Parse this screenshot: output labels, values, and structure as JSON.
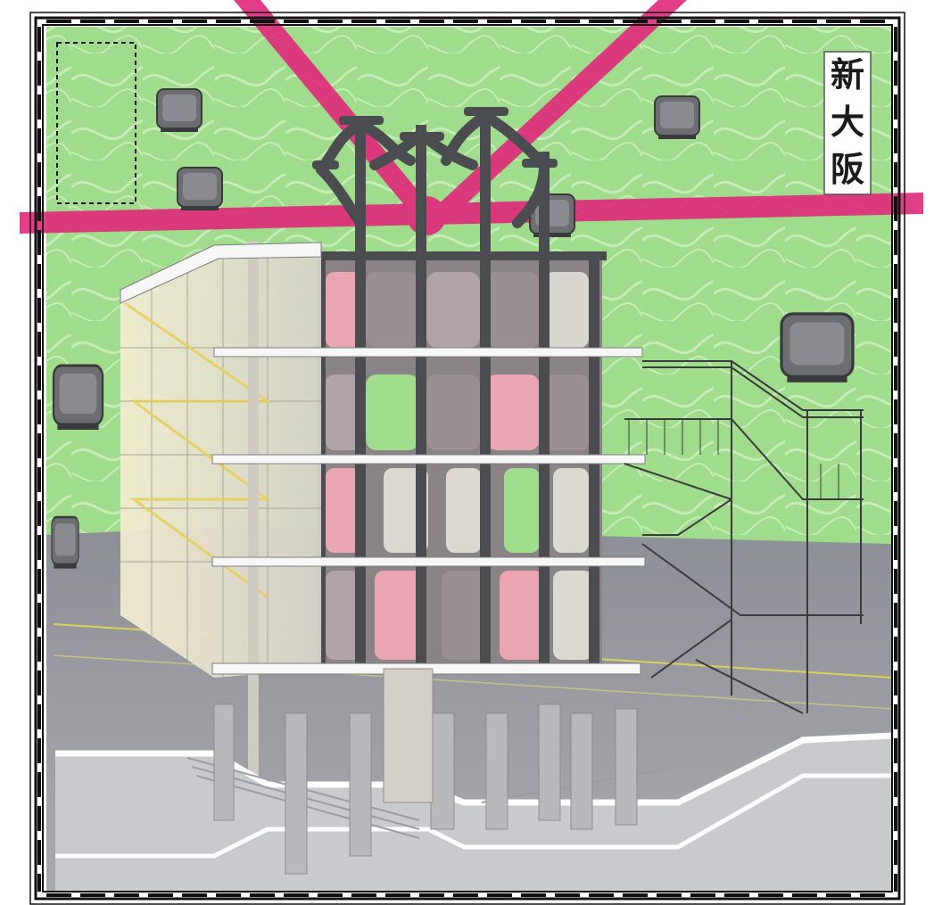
{
  "artwork": {
    "title_chars": [
      "新",
      "大",
      "阪"
    ],
    "subject": "sectional-axonometric-illustration",
    "colors": {
      "sky": "#9fdc8c",
      "sky_wave": "#c5ecb8",
      "frame": "#111111",
      "beam": "#e0287a",
      "concrete": "#6d6e72",
      "concrete_dark": "#4b4c50",
      "slab": "#f4f4f4",
      "glass": "#e9e0c8",
      "stair_light": "#f3e9a6",
      "ground": "#8d8f96",
      "ground_light": "#b8b9bd",
      "pink_panel": "#e9a6b2"
    },
    "icons": [
      "floating-capsule-icon",
      "rail-beam-icon",
      "title-seal-icon"
    ]
  }
}
